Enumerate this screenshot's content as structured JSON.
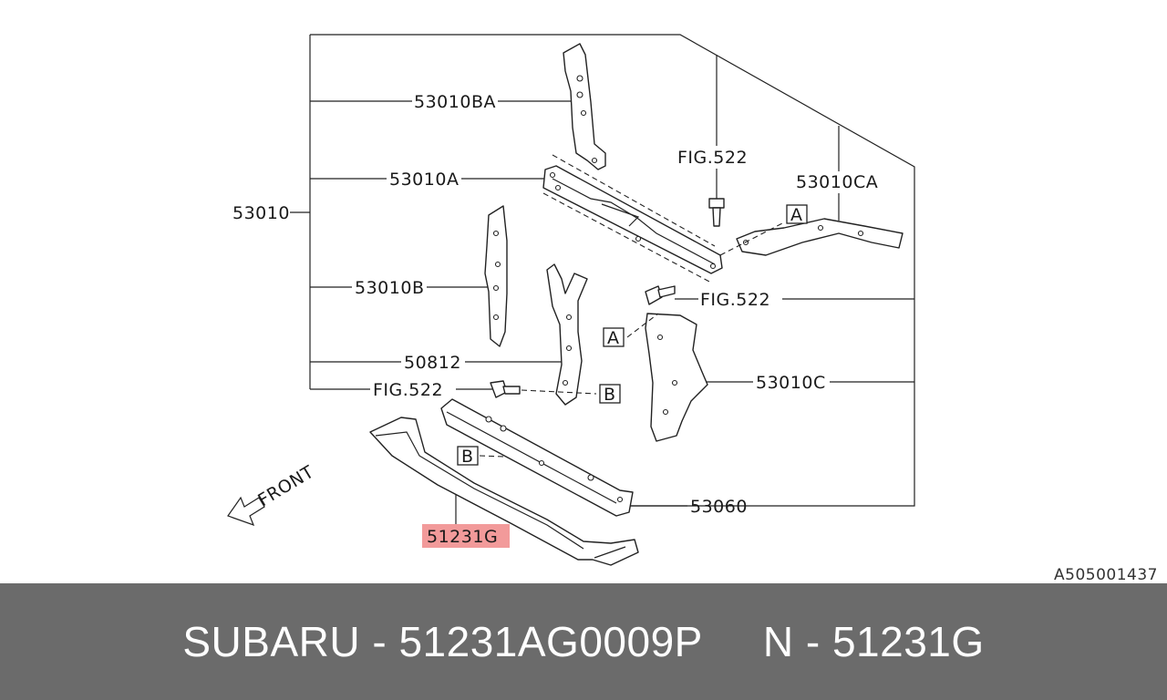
{
  "diagram": {
    "labels": {
      "part_53010": "53010",
      "part_53010BA": "53010BA",
      "part_53010A": "53010A",
      "part_53010B": "53010B",
      "part_50812": "50812",
      "fig_522_left": "FIG.522",
      "fig_522_top": "FIG.522",
      "fig_522_mid": "FIG.522",
      "part_53010CA": "53010CA",
      "part_53010C": "53010C",
      "part_53060": "53060",
      "part_51231G": "51231G",
      "callout_A_top": "A",
      "callout_A_mid": "A",
      "callout_B_right": "B",
      "callout_B_lower": "B",
      "front": "FRONT"
    },
    "highlight_color": "#f29a9a",
    "reference_code": "A505001437"
  },
  "footer": {
    "brand_part": "SUBARU - 51231AG0009P",
    "oem_ref": "N - 51231G"
  },
  "colors": {
    "footer_bg": "#6b6b6b",
    "footer_text": "#ffffff",
    "line": "#222222"
  }
}
